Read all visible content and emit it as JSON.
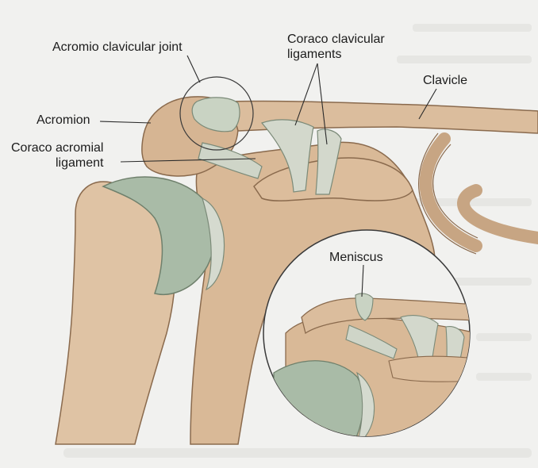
{
  "labels": {
    "acromioclavicular_joint": "Acromio clavicular joint",
    "coracoclavicular_line1": "Coraco clavicular",
    "coracoclavicular_line2": "ligaments",
    "clavicle": "Clavicle",
    "acromion": "Acromion",
    "coracoacromial_line1": "Coraco acromial",
    "coracoacromial_line2": "ligament",
    "meniscus": "Meniscus"
  },
  "colors": {
    "background": "#f1f1ef",
    "bone": "#d9b997",
    "bone_shadow": "#c09a77",
    "cartilage": "#9fb5a0",
    "ligament": "#d3d8cc",
    "leader_line": "#2a2a2a"
  }
}
